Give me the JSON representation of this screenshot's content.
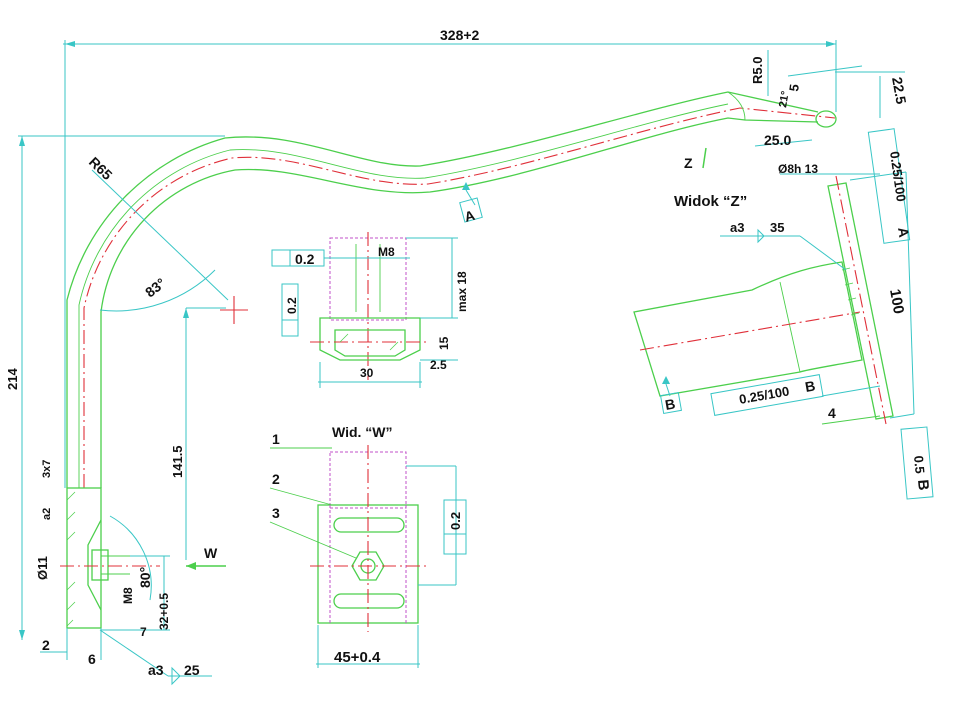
{
  "dims": {
    "overall_width": "328+2",
    "r5": "R5.0",
    "d5": "5",
    "ang21": "21°",
    "d25": "25.0",
    "d22_5": "22.5",
    "r65": "R65",
    "ang83": "83°",
    "h214": "214",
    "h141_5": "141.5",
    "d3x7": "3x7",
    "a2": "a2",
    "d11": "Ø11",
    "m8": "M8",
    "ang80": "80°",
    "d32": "32+0.5",
    "d7": "7",
    "d2": "2",
    "d6": "6",
    "weld_a3": "a3",
    "weld_25": "25"
  },
  "markers": {
    "A": "A",
    "B": "B",
    "Z": "Z",
    "W": "W"
  },
  "detail_top": {
    "tol": "0.2",
    "m8": "M8",
    "max18": "max 18",
    "tol_v": "0.2",
    "d15": "15",
    "d30": "30",
    "d2_5": "2.5"
  },
  "detail_w": {
    "title": "Wid. “W”",
    "lbl1": "1",
    "lbl2": "2",
    "lbl3": "3",
    "tol": "0.2",
    "width": "45+0.4"
  },
  "view_z": {
    "title": "Widok “Z”",
    "dia": "Ø8h 13",
    "weld_a3": "a3",
    "weld_35": "35",
    "len100": "100",
    "tol_b": "0.25/100",
    "b": "B",
    "lbl4": "4",
    "tol_a": "0.25/100",
    "a": "A",
    "tol_05": "0.5",
    "b2": "B"
  },
  "colors": {
    "part": "#4ccf4c",
    "dimension": "#39c6c6",
    "center": "#e0303a",
    "hidden": "#c050c8"
  }
}
